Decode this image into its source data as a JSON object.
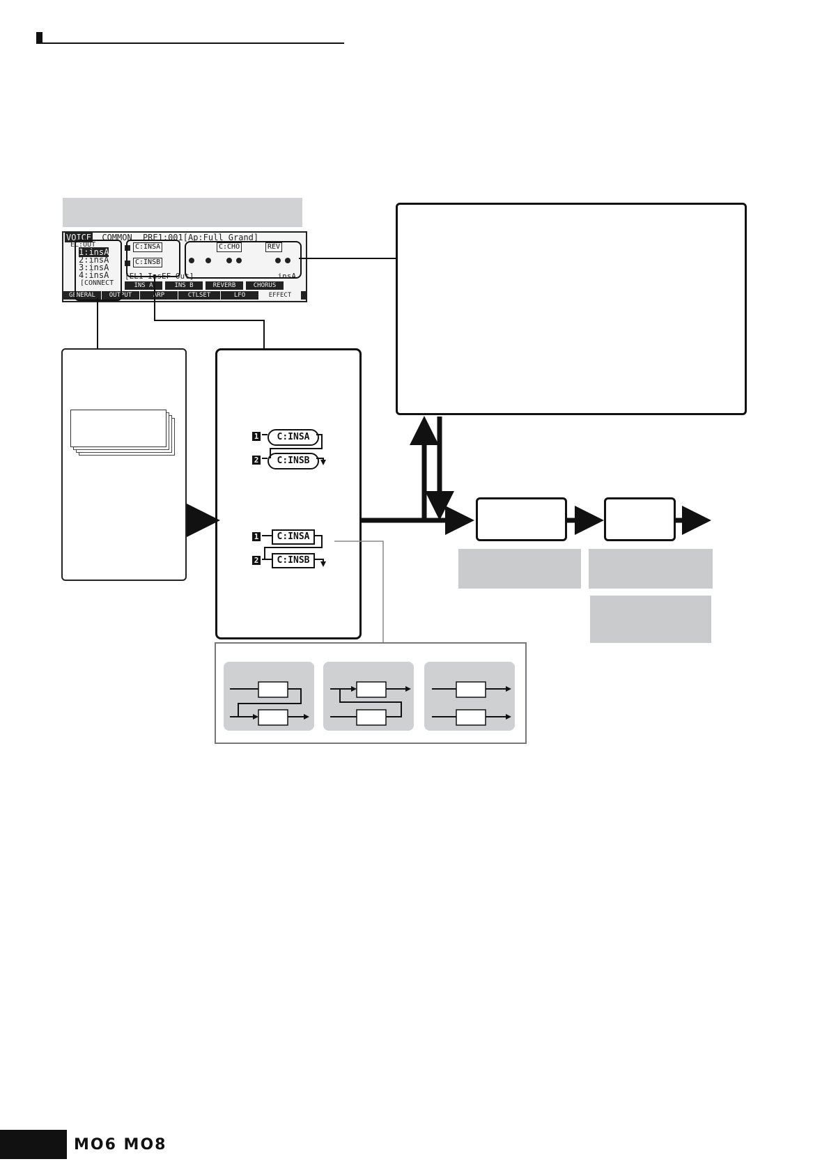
{
  "lcd": {
    "top_line": [
      "VOICE",
      "COMMON",
      "PRE1:001[Ap:Full Grand]"
    ],
    "el_out_header": "EL:OUT",
    "el_rows": [
      "1:insA",
      "2:insA",
      "3:insA",
      "4:insA"
    ],
    "connect_label": "[CONNECT",
    "chain_insa": "C:INSA",
    "chain_insb": "C:INSB",
    "cho_label": "C:CHO",
    "rev_label": "REV",
    "el_status_line": "[EL1 InsEF Out]",
    "el_status_value": "insA",
    "sub_tabs": [
      "INS A",
      "INS B",
      "REVERB",
      "CHORUS"
    ],
    "main_tabs": [
      "GENERAL",
      "OUTPUT",
      "ARP",
      "CTLSET",
      "LFO",
      "EFFECT"
    ]
  },
  "diagram": {
    "chain_top": {
      "num1": "1",
      "num2": "2",
      "insa": "C:INSA",
      "insb": "C:INSB"
    },
    "chain_bottom": {
      "num1": "1",
      "num2": "2",
      "insa": "C:INSA",
      "insb": "C:INSB"
    }
  },
  "footer": {
    "brand": "MO6 MO8"
  },
  "colors": {
    "gray_box": "#c9cbcd",
    "dark": "#111111",
    "lcd_bg": "#f4f4f4"
  }
}
